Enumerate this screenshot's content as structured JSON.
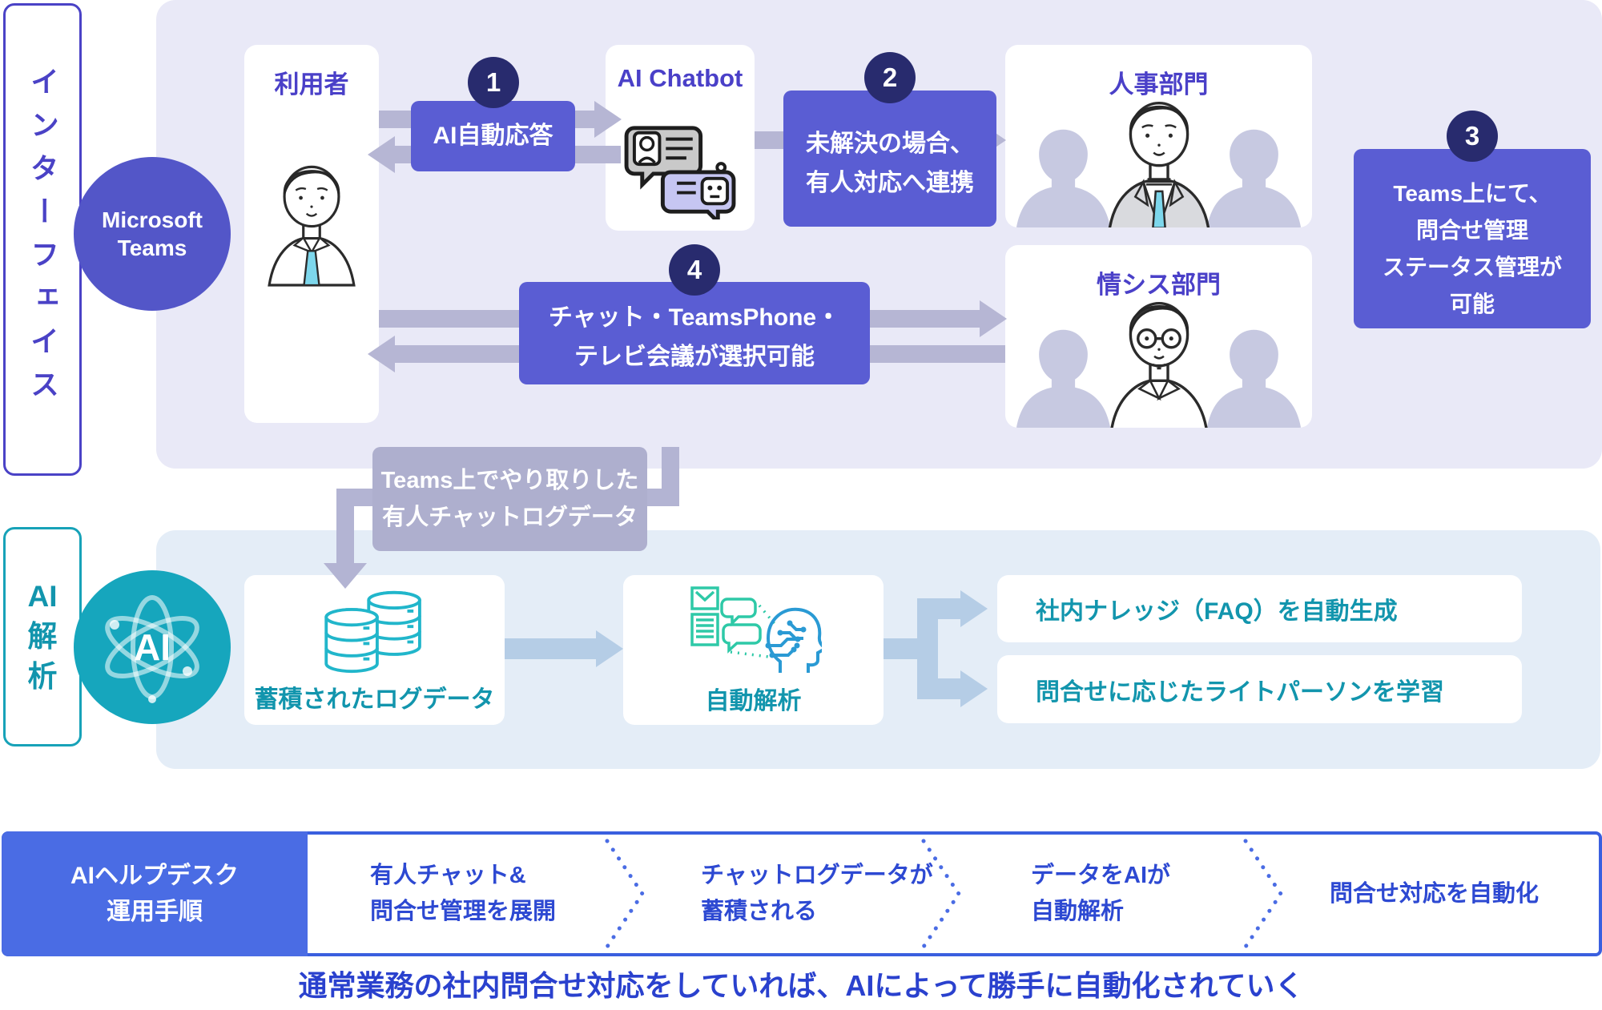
{
  "sections": {
    "interface_label": "インターフェイス",
    "ai_label_parts": [
      "AI",
      "解",
      "析"
    ]
  },
  "teams_badge": {
    "lines": [
      "Microsoft",
      "Teams"
    ]
  },
  "interface_flow": {
    "user_card": {
      "title": "利用者"
    },
    "chatbot_card": {
      "title": "AI Chatbot"
    },
    "hr_card": {
      "title": "人事部門"
    },
    "it_card": {
      "title": "情シス部門"
    },
    "step1": {
      "badge": "1",
      "label": "AI自動応答"
    },
    "step2": {
      "badge": "2",
      "lines": [
        "未解決の場合、",
        "有人対応へ連携"
      ]
    },
    "step3": {
      "badge": "3",
      "lines": [
        "Teams上にて、",
        "問合せ管理",
        "ステータス管理が",
        "可能"
      ]
    },
    "step4": {
      "badge": "4",
      "lines": [
        "チャット・TeamsPhone・",
        "テレビ会議が選択可能"
      ]
    }
  },
  "log_transfer": {
    "lines": [
      "Teams上でやり取りした",
      "有人チャットログデータ"
    ]
  },
  "ai_flow": {
    "ai_badge": "AI",
    "log_card": {
      "caption": "蓄積されたログデータ"
    },
    "analyze_card": {
      "caption": "自動解析"
    },
    "faq_card": {
      "caption": "社内ナレッジ（FAQ）を自動生成"
    },
    "learn_card": {
      "caption": "問合せに応じたライトパーソンを学習"
    }
  },
  "process_bar": {
    "steps": [
      {
        "lines": [
          "AIヘルプデスク",
          "運用手順"
        ]
      },
      {
        "lines": [
          "有人チャット&",
          "問合せ管理を展開"
        ]
      },
      {
        "lines": [
          "チャットログデータが",
          "蓄積される"
        ]
      },
      {
        "lines": [
          "データをAIが",
          "自動解析"
        ]
      },
      {
        "lines": [
          "問合せ対応を自動化"
        ]
      }
    ]
  },
  "caption": "通常業務の社内問合せ対応をしていれば、AIによって勝手に自動化されていく",
  "colors": {
    "accent_purple": "#5a5dd3",
    "badge_navy": "#282b6e",
    "title_purple": "#4a40c8",
    "panel_lavender": "#e9e9f7",
    "panel_blue": "#e4edf7",
    "arrow_gray": "#b6b6d4",
    "connector_gray": "#b3b4d3",
    "ai_arrow_blue": "#b5cde6",
    "teal_circle": "#16a6bd",
    "teal_text": "#1295ad",
    "bar_blue": "#4a6ce4",
    "bar_border": "#3a5fdf",
    "bar_text": "#2d49d2",
    "caption_blue": "#2a41ce"
  }
}
